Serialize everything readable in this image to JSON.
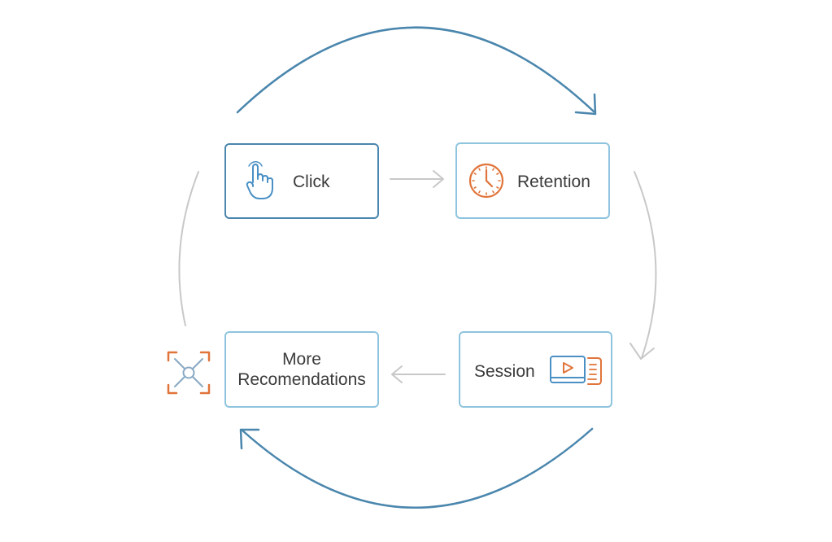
{
  "diagram": {
    "nodes": {
      "click": {
        "label": "Click",
        "icon": "pointing-hand-icon"
      },
      "retention": {
        "label": "Retention",
        "icon": "clock-icon"
      },
      "session": {
        "label": "Session",
        "icon": "video-player-icon"
      },
      "more": {
        "label_line1": "More",
        "label_line2": "Recomendations",
        "icon": "expand-arrows-icon"
      }
    },
    "colors": {
      "cycle_arrow": "#4a86ad",
      "flow_arrow": "#c8c8c8",
      "box_border_primary": "#4a86ad",
      "box_border_secondary": "#8fc4df",
      "icon_blue": "#4a90c4",
      "icon_orange": "#e0743a"
    }
  }
}
